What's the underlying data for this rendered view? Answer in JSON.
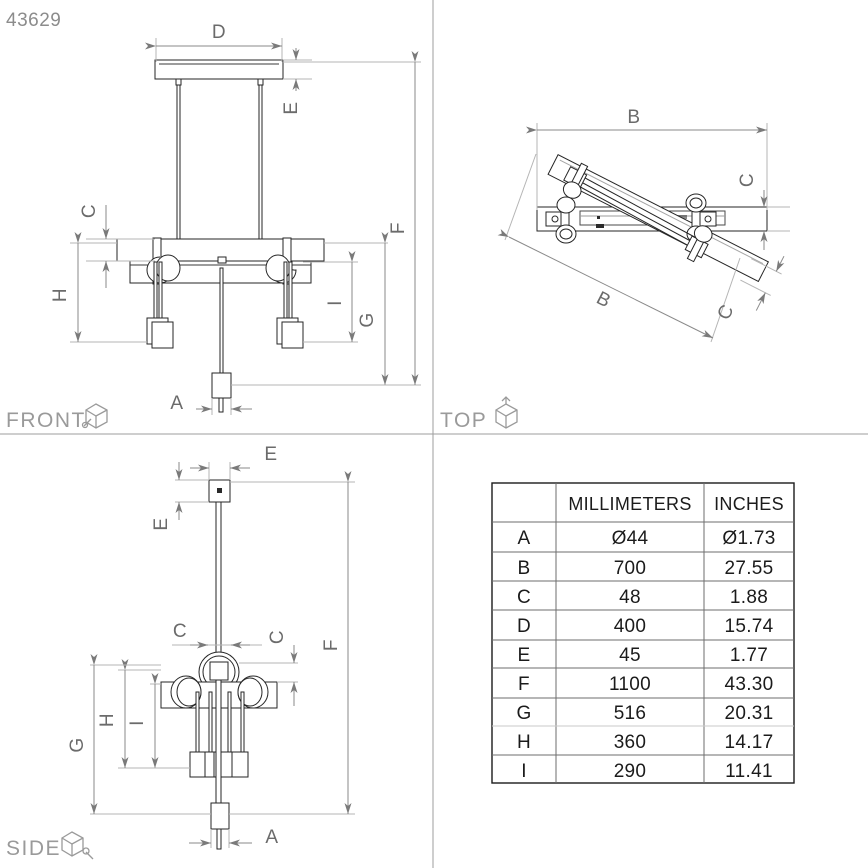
{
  "part_number": "43629",
  "views": [
    {
      "id": "front",
      "label": "FRONT",
      "icon": "iso-cube-front-icon"
    },
    {
      "id": "top",
      "label": "TOP",
      "icon": "iso-cube-top-icon"
    },
    {
      "id": "side",
      "label": "SIDE",
      "icon": "iso-cube-side-icon"
    }
  ],
  "dimension_labels": {
    "front": [
      "D",
      "E",
      "C",
      "H",
      "F",
      "G",
      "I",
      "A"
    ],
    "top": [
      "B",
      "B",
      "C",
      "C"
    ],
    "side": [
      "E",
      "E",
      "C",
      "C",
      "F",
      "G",
      "H",
      "I",
      "A"
    ]
  },
  "dim_front": {
    "D": "D",
    "E": "E",
    "C": "C",
    "H": "H",
    "F": "F",
    "G": "G",
    "I": "I",
    "A": "A"
  },
  "dim_top": {
    "B_top": "B",
    "B_diag": "B",
    "C_right": "C",
    "C_diag": "C"
  },
  "dim_side": {
    "E_horiz": "E",
    "E_vert": "E",
    "C_left": "C",
    "C_right": "C",
    "F": "F",
    "G": "G",
    "H": "H",
    "I": "I",
    "A": "A"
  },
  "table": {
    "headers": [
      "",
      "MILLIMETERS",
      "INCHES"
    ],
    "rows": [
      {
        "key": "A",
        "mm": "Ø44",
        "in": "Ø1.73"
      },
      {
        "key": "B",
        "mm": "700",
        "in": "27.55"
      },
      {
        "key": "C",
        "mm": "48",
        "in": "1.88"
      },
      {
        "key": "D",
        "mm": "400",
        "in": "15.74"
      },
      {
        "key": "E",
        "mm": "45",
        "in": "1.77"
      },
      {
        "key": "F",
        "mm": "1100",
        "in": "43.30"
      },
      {
        "key": "G",
        "mm": "516",
        "in": "20.31"
      },
      {
        "key": "H",
        "mm": "360",
        "in": "14.17"
      },
      {
        "key": "I",
        "mm": "290",
        "in": "11.41"
      }
    ]
  },
  "colors": {
    "object_line": "#262626",
    "dimension_line": "#8a8a8a",
    "extension_line": "#b5b5b5",
    "label_gray": "#6b6b6b",
    "view_label_gray": "#9a9a9a",
    "table_text": "#1b1b1b",
    "background": "#ffffff"
  }
}
